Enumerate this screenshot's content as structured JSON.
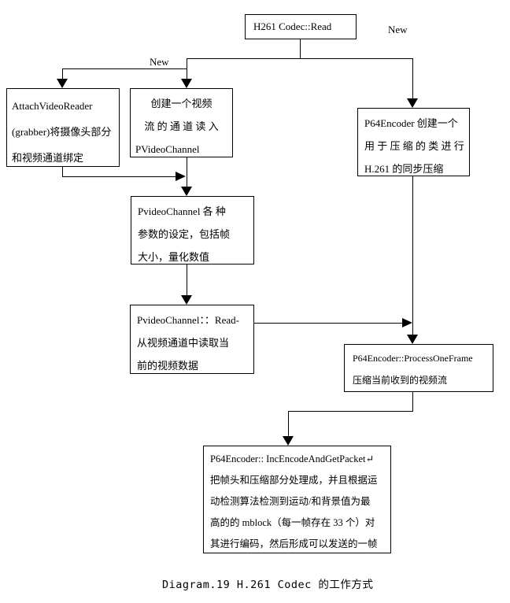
{
  "diagram": {
    "top_box": "H261 Codec::Read",
    "labels": {
      "new_left": "New",
      "new_right": "New"
    },
    "boxes": {
      "attach": {
        "lines": [
          "AttachVideoReader",
          "(grabber)将摄像头部分",
          "和视频通道绑定"
        ]
      },
      "create": {
        "lines": [
          "创建一个视频",
          "流 的 通 道 读 入",
          "PVideoChannel"
        ]
      },
      "p64new": {
        "lines": [
          "P64Encoder 创建一个",
          "用 于 压 缩 的 类 进 行",
          "H.261 的同步压缩"
        ]
      },
      "params": {
        "lines": [
          "PvideoChannel 各 种",
          "参数的设定，包括帧",
          "大小，量化数值"
        ]
      },
      "read": {
        "lines": [
          "PvideoChannel：：Read-",
          "从视频通道中读取当",
          "前的视频数据"
        ]
      },
      "process": {
        "lines": [
          "P64Encoder::ProcessOneFrame",
          "压缩当前收到的视频流"
        ]
      },
      "encode": {
        "lines": [
          "P64Encoder:: IncEncodeAndGetPacket↵",
          "把帧头和压缩部分处理成，并且根据运",
          "动检测算法检测到运动/和背景值为最",
          "高的的 mblock（每一帧存在 33 个）对",
          "其进行编码，然后形成可以发送的一帧"
        ]
      }
    },
    "caption": "Diagram.19 H.261 Codec 的工作方式",
    "colors": {
      "line": "#000000",
      "background": "#ffffff",
      "text": "#000000"
    }
  }
}
